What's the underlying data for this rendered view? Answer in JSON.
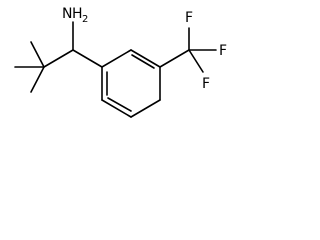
{
  "molecule": {
    "amine_group": {
      "element": "N",
      "hydrogen_label": "H",
      "hydrogen_count": "2"
    },
    "trifluoromethyl_fluorines": [
      "F",
      "F",
      "F"
    ],
    "colors": {
      "bond": "#000000",
      "label": "#000000",
      "background": "#ffffff"
    }
  }
}
